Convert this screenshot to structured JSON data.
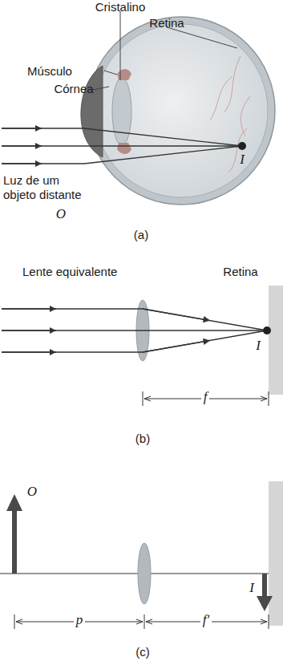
{
  "diagram": {
    "labels": [
      "Cristalino",
      "Retina",
      "Músculo",
      "Córnea",
      "Luz de um objeto distante",
      "O",
      "I",
      "(a)",
      "Lente equivalente",
      "Retina",
      "I",
      "f",
      "(b)",
      "O",
      "I",
      "p",
      "f′",
      "(c)"
    ]
  }
}
